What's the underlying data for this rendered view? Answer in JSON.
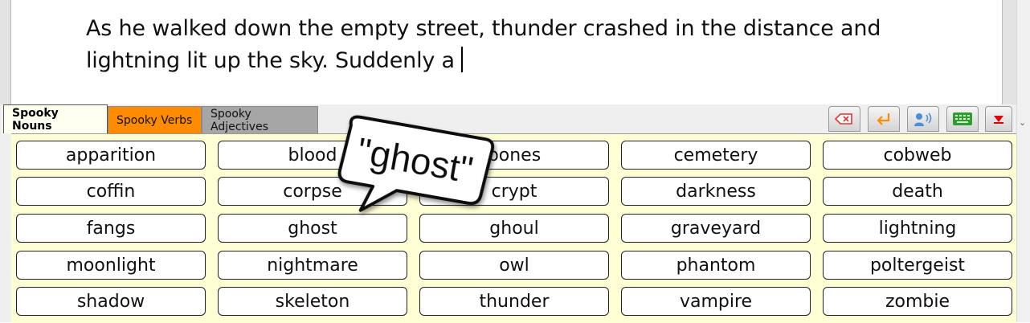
{
  "document": {
    "line1": "As he walked down the empty street, thunder crashed in the distance and",
    "line2": "lightning lit up the sky. Suddenly a"
  },
  "tabs": [
    {
      "label": "Spooky Nouns",
      "active": true,
      "color": "#fffff0"
    },
    {
      "label": "Spooky Verbs",
      "active": false,
      "color": "#ff8c00"
    },
    {
      "label": "Spooky Adjectives",
      "active": false,
      "color": "#a6a6a6"
    }
  ],
  "toolbar": {
    "backspace_icon": "backspace-icon",
    "enter_icon": "enter-icon",
    "speak_icon": "speak-icon",
    "keyboard_icon": "keyboard-icon",
    "collapse_icon": "collapse-icon"
  },
  "words": [
    [
      "apparition",
      "blood",
      "bones",
      "cemetery",
      "cobweb"
    ],
    [
      "coffin",
      "corpse",
      "crypt",
      "darkness",
      "death"
    ],
    [
      "fangs",
      "ghost",
      "ghoul",
      "graveyard",
      "lightning"
    ],
    [
      "moonlight",
      "nightmare",
      "owl",
      "phantom",
      "poltergeist"
    ],
    [
      "shadow",
      "skeleton",
      "thunder",
      "vampire",
      "zombie"
    ]
  ],
  "speech_bubble": {
    "text": "\"ghost\""
  },
  "colors": {
    "grid_bg": "#ffffd6",
    "accent_orange": "#ff8c00"
  }
}
